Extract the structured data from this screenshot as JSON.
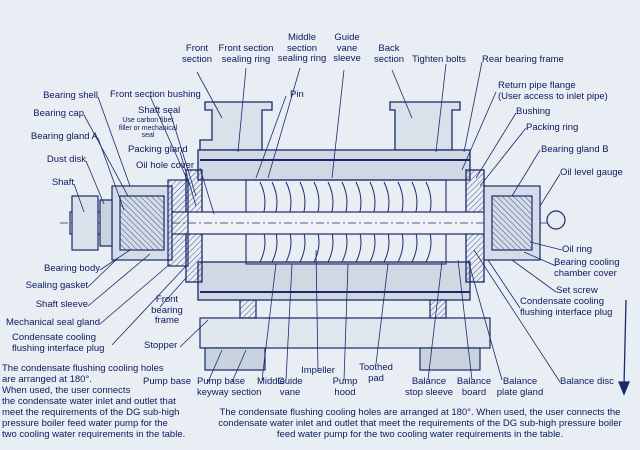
{
  "labels": {
    "front_section": "Front\nsection",
    "front_section_sealing_ring": "Front section\nsealing ring",
    "middle_section_sealing_ring": "Middle\nsection\nsealing ring",
    "guide_vane_sleeve": "Guide\nvane\nsleeve",
    "back_section": "Back\nsection",
    "tighten_bolts": "Tighten bolts",
    "rear_bearing_frame": "Rear bearing frame",
    "return_pipe_flange": "Return pipe flange\n(User access to inlet pipe)",
    "bushing_right": "Bushing",
    "packing_ring": "Packing ring",
    "bearing_gland_b": "Bearing gland B",
    "oil_level_gauge": "Oil level gauge",
    "oil_ring": "Oil ring",
    "bearing_cooling_chamber_cover": "Bearing cooling\nchamber cover",
    "set_screw": "Set screw",
    "condensate_cooling_right": "Condensate cooling\nflushing interface plug",
    "balance_disc": "Balance disc",
    "bearing_shell": "Bearing shell",
    "bearing_cap": "Bearing cap",
    "bearing_gland_a": "Bearing gland A",
    "dust_disk": "Dust disk",
    "shaft": "Shaft",
    "front_section_bushing": "Front section bushing",
    "shaft_seal": "Shaft seal",
    "shaft_seal_note": "Use carbon fiber\nfiller or mechanical\nseal",
    "packing_gland": "Packing gland",
    "oil_hole_cover": "Oil hole cover",
    "pin": "Pin",
    "bearing_body": "Bearing body",
    "sealing_gasket": "Sealing gasket",
    "shaft_sleeve": "Shaft sleeve",
    "mechanical_seal_gland": "Mechanical seal gland",
    "condensate_cooling_left": "Condensate cooling\nflushing interface plug",
    "front_bearing_frame": "Front\nbearing\nframe",
    "stopper": "Stopper",
    "pump_base": "Pump base",
    "pump_base_keyway": "Pump base\nkeyway section",
    "middle": "Middle",
    "guide_vane": "Guide\nvane",
    "impeller": "Impeller",
    "pump_hood": "Pump\nhood",
    "toothed_pad": "Toothed\npad",
    "balance_stop_sleeve": "Balance\nstop sleeve",
    "balance_board": "Balance\nboard",
    "balance_plate_gland": "Balance\nplate gland"
  },
  "notes": {
    "left": "The condensate flushing cooling holes\nare arranged at 180°.\nWhen used, the user connects\nthe condensate water inlet and outlet that\nmeet the requirements of the DG sub-high\npressure boiler feed water pump for the\ntwo cooling water requirements in the table.",
    "bottom": "The condensate flushing cooling holes are arranged at 180°. When used, the user connects the\ncondensate water inlet and outlet that meet the requirements of the DG sub-high pressure boiler\nfeed water pump for the two cooling water requirements in the table."
  },
  "colors": {
    "ink": "#0d1a5c",
    "background": "#e9eef4",
    "metal": "#cfd8e3",
    "leader": "#1b2a6b"
  }
}
